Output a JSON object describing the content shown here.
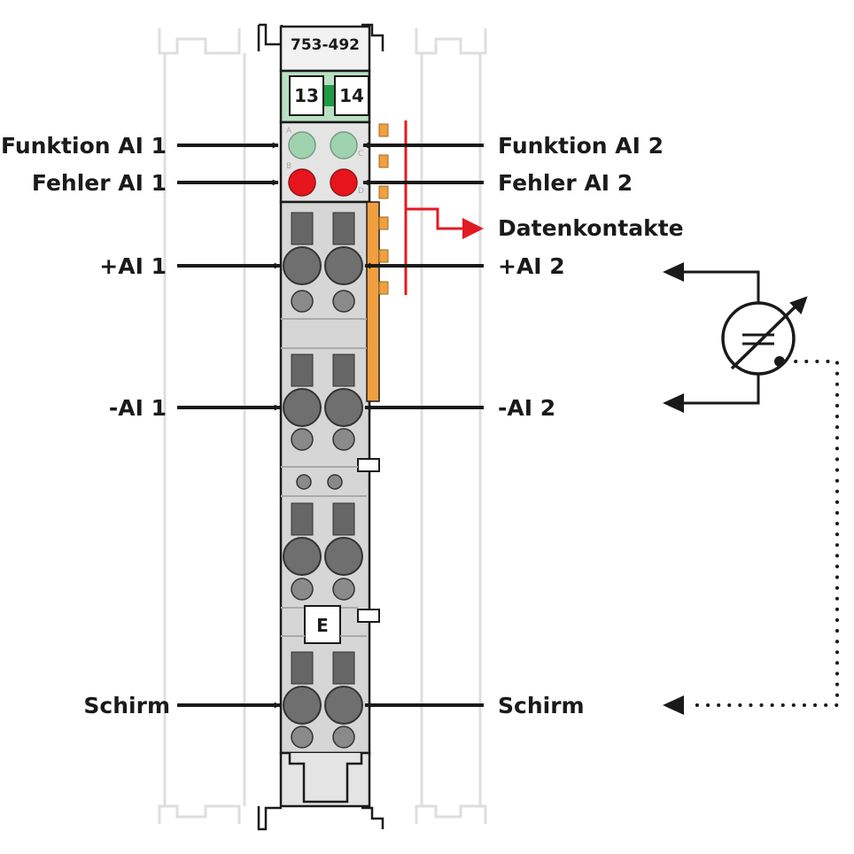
{
  "module": {
    "part_number": "753-492",
    "channel_labels": [
      "13",
      "14"
    ],
    "marker_label": "E",
    "led_letters": [
      "A",
      "C",
      "B",
      "D"
    ]
  },
  "labels": {
    "left": {
      "funktion_ai1": "Funktion AI 1",
      "fehler_ai1": "Fehler AI 1",
      "plus_ai1": "+AI 1",
      "minus_ai1": "-AI 1",
      "schirm": "Schirm"
    },
    "right": {
      "funktion_ai2": "Funktion AI 2",
      "fehler_ai2": "Fehler AI 2",
      "datenkontakte": "Datenkontakte",
      "plus_ai2": "+AI 2",
      "minus_ai2": "-AI 2",
      "schirm": "Schirm"
    }
  },
  "colors": {
    "led_function": "#9fd3b0",
    "led_error": "#e8141c",
    "data_contacts": "#e11b22",
    "housing": "#d6d6d6",
    "terminal_top": "#b9e0c2",
    "contact_strip": "#f0a040",
    "arrows": "#1a1a1a"
  }
}
